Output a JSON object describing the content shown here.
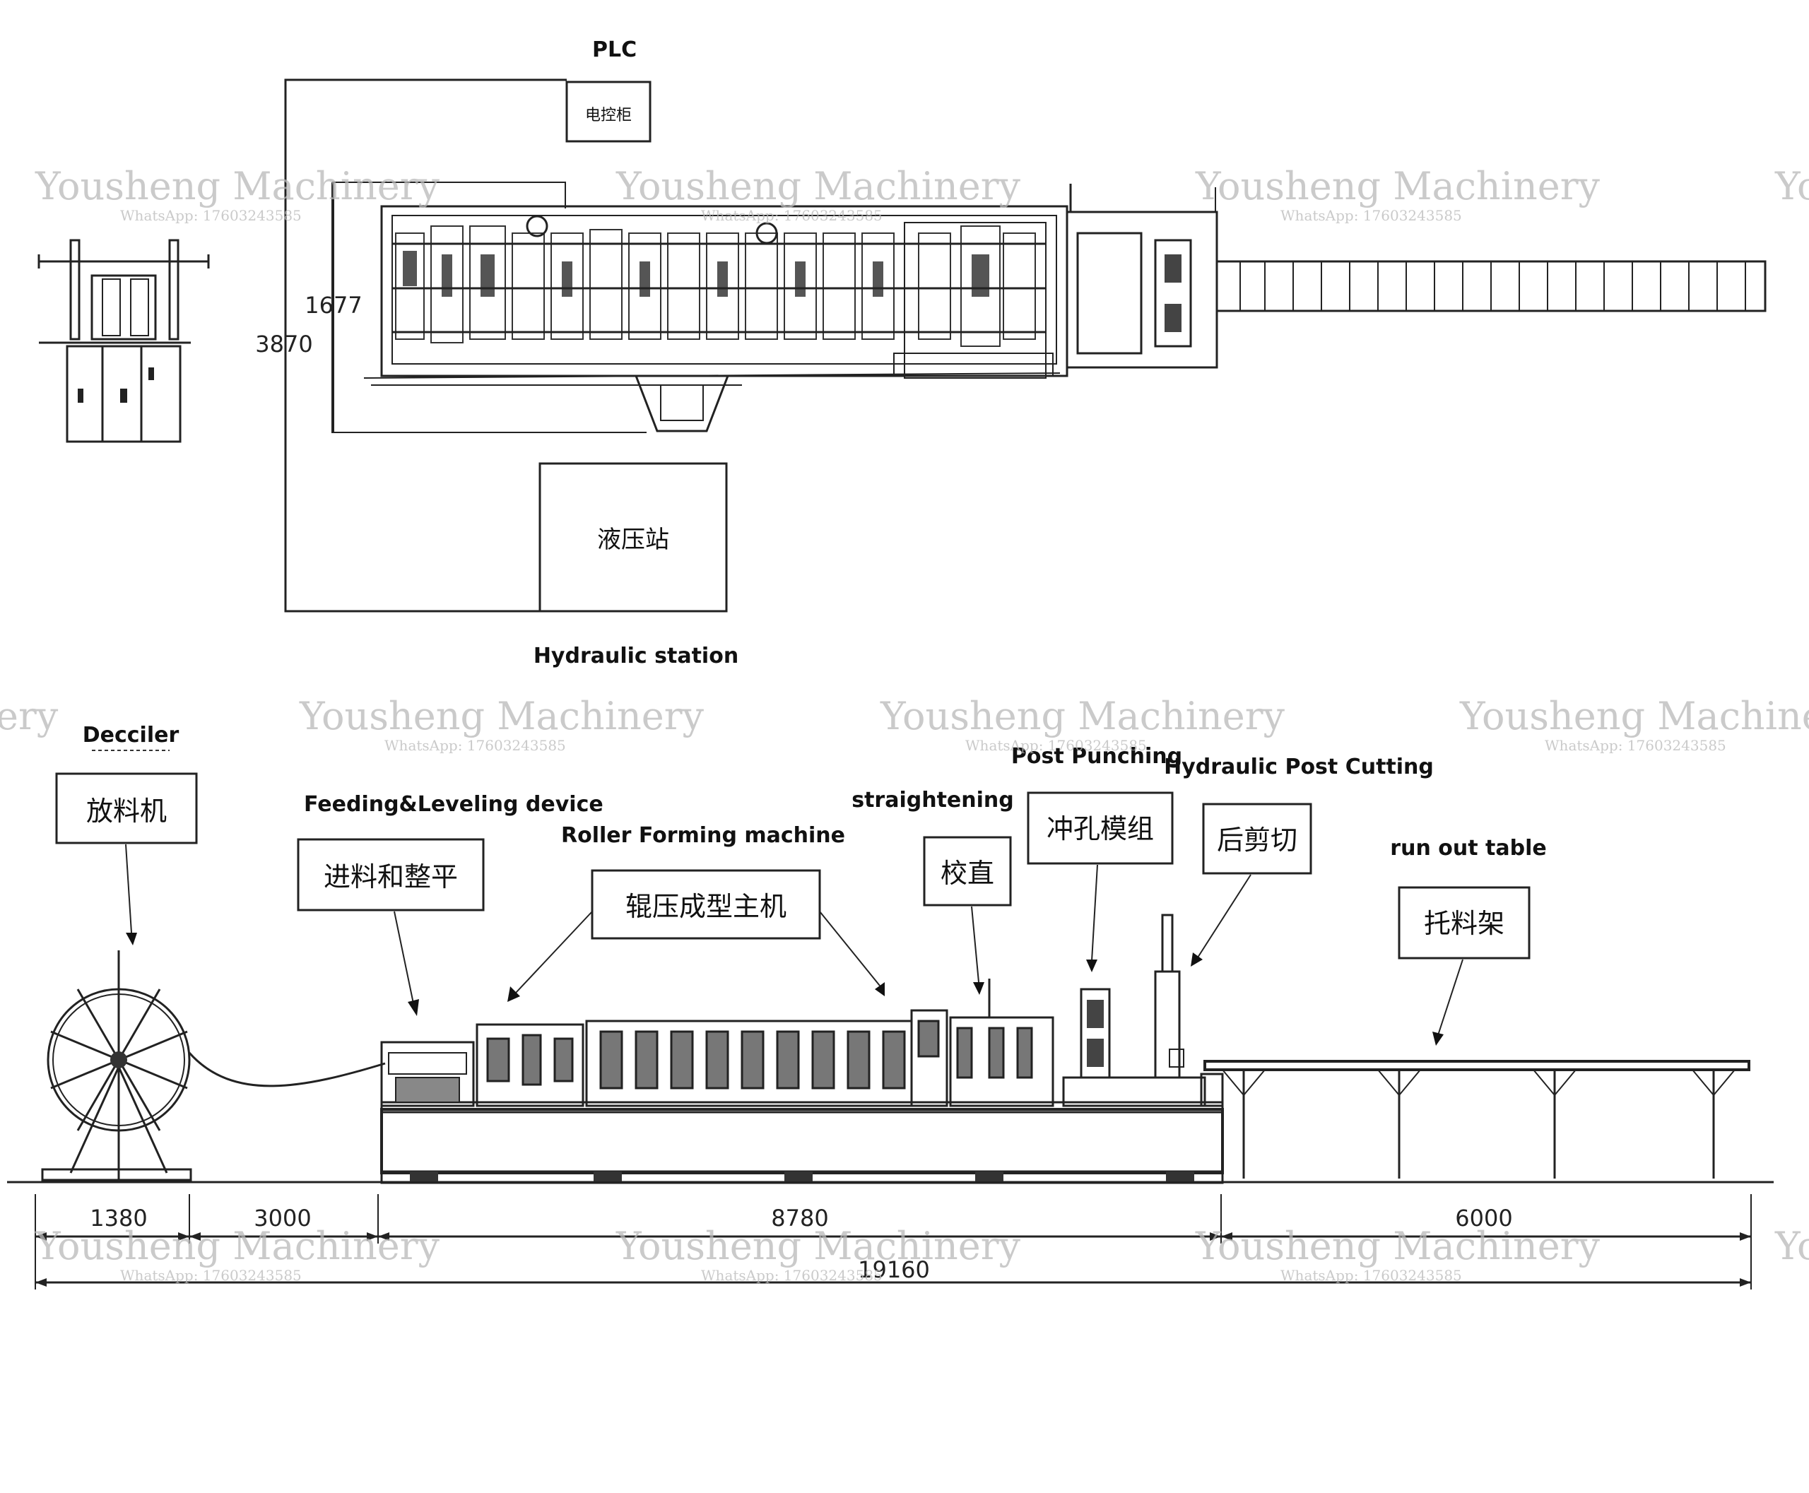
{
  "top_view": {
    "plc_label": "PLC",
    "plc_box_text": "电控柜",
    "hydraulic_box_text": "液压站",
    "hydraulic_label": "Hydraulic station",
    "dim_3870": "3870",
    "dim_1677": "1677"
  },
  "side_view": {
    "decoiler": {
      "label": "Decciler",
      "cn": "放料机"
    },
    "feeding": {
      "label": "Feeding&Leveling device",
      "cn": "进料和整平"
    },
    "forming": {
      "label": "Roller Forming machine",
      "cn": "辊压成型主机"
    },
    "straightening": {
      "label": "straightening",
      "cn": "校直"
    },
    "post_punching": {
      "label": "Post Punching",
      "cn": "冲孔模组"
    },
    "post_cutting": {
      "label": "Hydraulic Post Cutting",
      "cn": "后剪切"
    },
    "run_out": {
      "label": "run out table",
      "cn": "托料架"
    }
  },
  "dimensions": {
    "d1": "1380",
    "d2": "3000",
    "d3": "8780",
    "d4": "6000",
    "total": "19160"
  },
  "watermark": {
    "brand": "Yousheng  Machinery",
    "contact": "WhatsApp:  17603243585",
    "edge_right": "Yo",
    "edge_left": "ery"
  }
}
